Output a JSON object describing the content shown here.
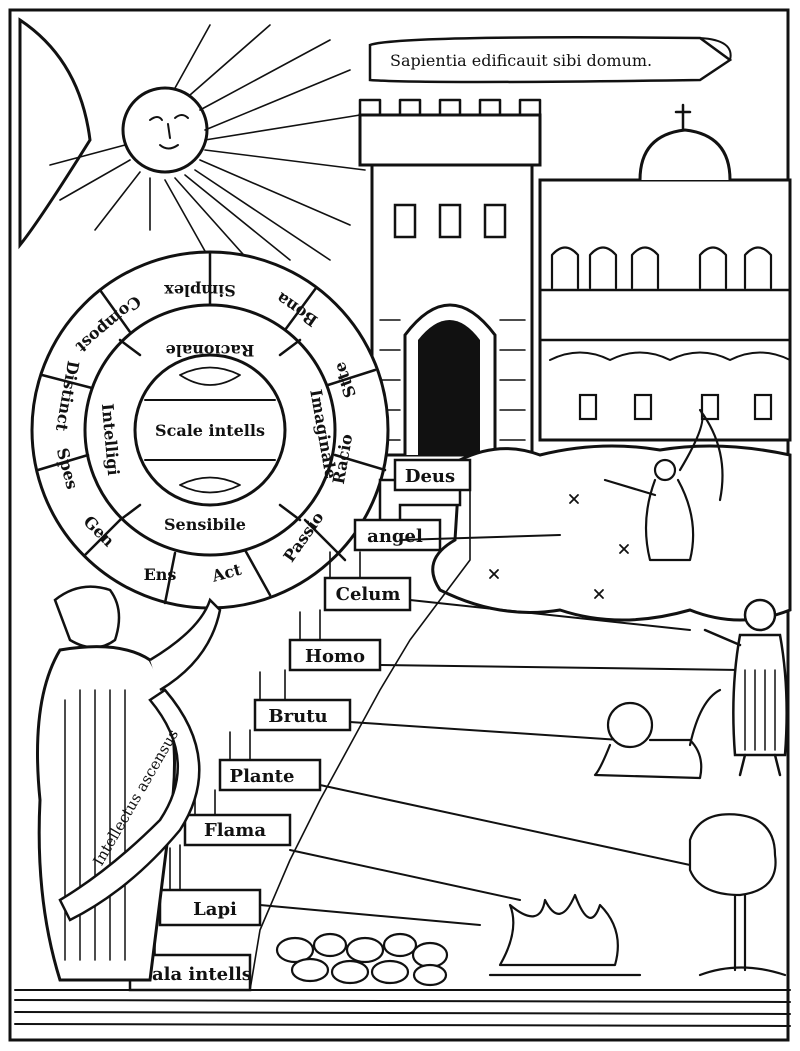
{
  "banner": "Sapientia edificauit sibi domum.",
  "wheel_center": "Scale intells",
  "wheel_inner": [
    "Sensibile",
    "Imaginale",
    "Racionale",
    "Intelligi"
  ],
  "wheel_outer": [
    "Ens",
    "Act",
    "Passio",
    "Racio",
    "Stte",
    "Bona",
    "Simplex",
    "Compost",
    "Distinct",
    "Spes",
    "Gen"
  ],
  "steps": [
    "Deus",
    "angel",
    "Celum",
    "Homo",
    "Brutu",
    "Plante",
    "Flama",
    "Lapi"
  ],
  "base_label": "Scala intells",
  "scroll": "Intellectus ascensus"
}
